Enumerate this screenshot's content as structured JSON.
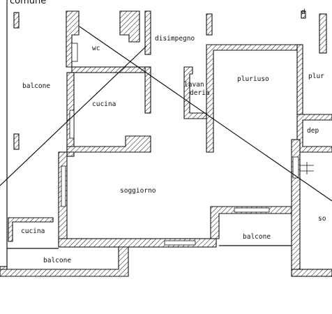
{
  "plan": {
    "header_fragment": "comune",
    "rooms": {
      "wc": "wc",
      "disimpegno": "disimpegno",
      "balcone_left": "balcone",
      "cucina_main": "cucina",
      "lavanderia_line1": "lavan",
      "lavanderia_line2": "deria",
      "pluriuso": "pluriuso",
      "plur_partial": "plur",
      "dep_partial": "dep",
      "soggiorno": "soggiorno",
      "cucina_small": "cucina",
      "balcone_bottom": "balcone",
      "balcone_right": "balcone",
      "so_partial": "so",
      "small_glyph": "d"
    },
    "colors": {
      "line": "#111111",
      "background": "#ffffff"
    }
  }
}
